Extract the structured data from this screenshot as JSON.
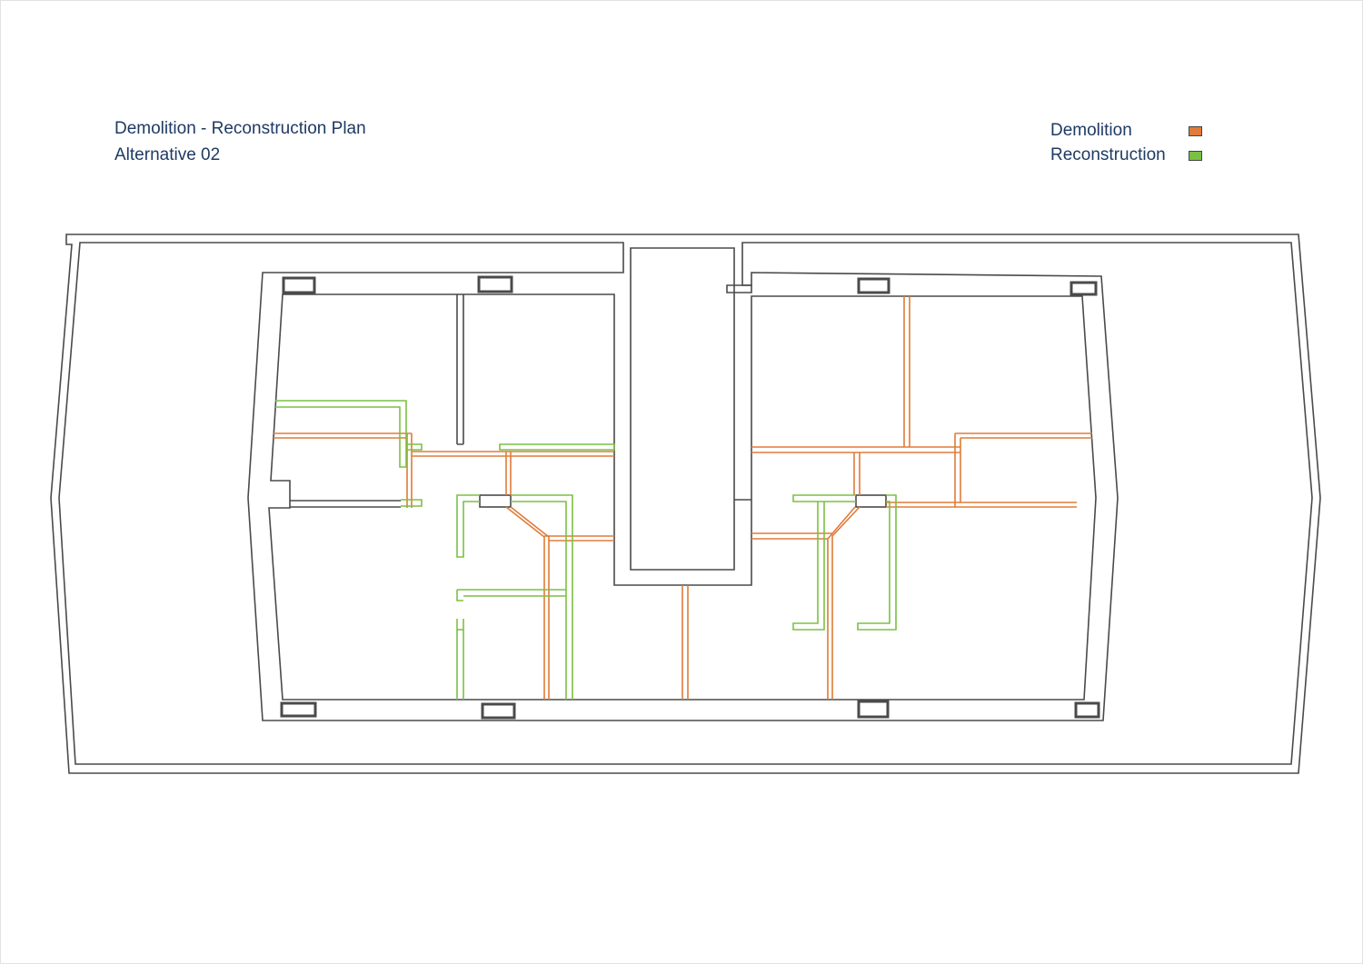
{
  "title": {
    "line1": "Demolition - Reconstruction Plan",
    "line2": "Alternative 02"
  },
  "legend": {
    "items": [
      {
        "label": "Demolition",
        "color": "#e07b39"
      },
      {
        "label": "Reconstruction",
        "color": "#7ac143"
      }
    ]
  },
  "colors": {
    "wall_outline": "#4a4a4a",
    "demolition": "#e07b39",
    "reconstruction": "#7ac143",
    "text": "#1f3a64"
  }
}
